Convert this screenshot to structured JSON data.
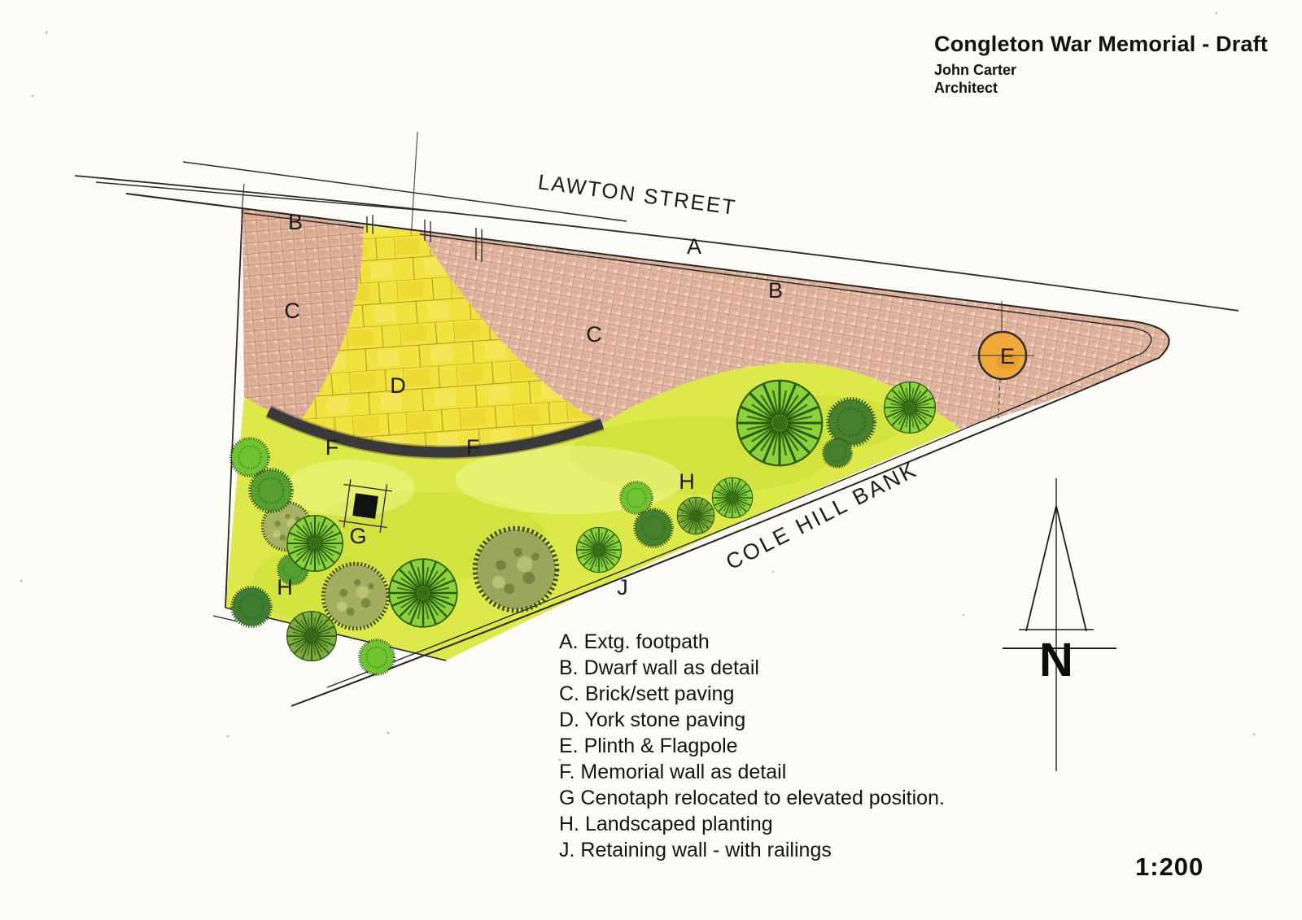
{
  "title_block": {
    "title": "Congleton War Memorial - Draft",
    "author": "John Carter",
    "role": "Architect"
  },
  "streets": {
    "top": "LAWTON STREET",
    "bottom": "COLE HILL BANK"
  },
  "plan_labels": {
    "footpath": "A",
    "dwarf_wall_left": "B",
    "dwarf_wall_right": "B",
    "brick_left": "C",
    "brick_right": "C",
    "york": "D",
    "plinth": "E",
    "memorial_left": "F",
    "memorial_right": "F",
    "cenotaph": "G",
    "planting_left": "H",
    "planting_right": "H",
    "retaining": "J"
  },
  "legend": {
    "items": [
      "A. Extg. footpath",
      "B. Dwarf wall as detail",
      "C. Brick/sett paving",
      "D. York stone paving",
      "E. Plinth & Flagpole",
      "F. Memorial wall as detail",
      "G Cenotaph relocated to elevated position.",
      "H. Landscaped planting",
      "J. Retaining wall - with railings"
    ]
  },
  "compass": {
    "north_label": "N"
  },
  "scale_note": {
    "ratio": "1:200"
  },
  "colors": {
    "brick_paving": "#dfb29b",
    "york_stone": "#f1e23e",
    "grass": "#dce948",
    "plinth": "#f0a838",
    "memorial_wall": "#3a3a3a",
    "ink": "#2b2b2b"
  }
}
